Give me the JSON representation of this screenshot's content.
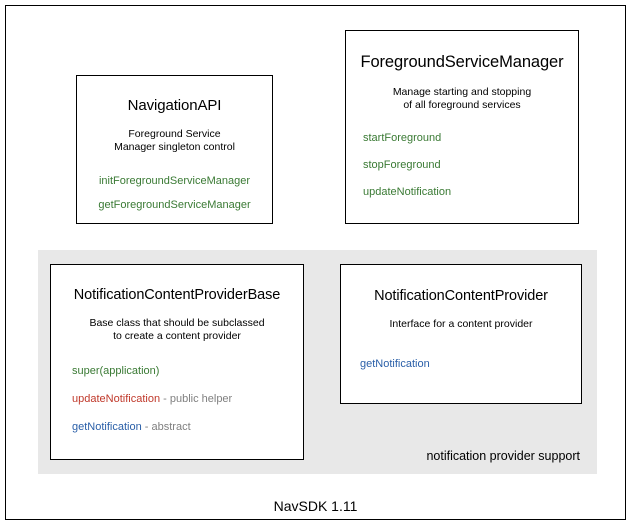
{
  "diagram": {
    "footer_version": "NavSDK 1.11",
    "colors": {
      "method_green": "#3a7a34",
      "method_red": "#c0392b",
      "method_blue": "#2a5fa8",
      "annotation_gray": "#808080",
      "group_background": "#e8e8e8",
      "border": "#000000"
    },
    "boxes": {
      "navigation_api": {
        "title": "NavigationAPI",
        "description_line1": "Foreground Service",
        "description_line2": "Manager singleton control",
        "members": [
          {
            "name": "initForegroundServiceManager",
            "note": ""
          },
          {
            "name": "getForegroundServiceManager",
            "note": ""
          }
        ]
      },
      "foreground_service_manager": {
        "title": "ForegroundServiceManager",
        "description_line1": "Manage starting and stopping",
        "description_line2": "of all foreground services",
        "members": [
          {
            "name": "startForeground",
            "note": ""
          },
          {
            "name": "stopForeground",
            "note": ""
          },
          {
            "name": "updateNotification",
            "note": ""
          }
        ]
      },
      "notification_content_provider_base": {
        "title": "NotificationContentProviderBase",
        "description_line1": "Base class that should be subclassed",
        "description_line2": "to create a content provider",
        "members": [
          {
            "name": "super(application)",
            "note": ""
          },
          {
            "name": "updateNotification",
            "note": " - public helper"
          },
          {
            "name": "getNotification",
            "note": " - abstract"
          }
        ]
      },
      "notification_content_provider": {
        "title": "NotificationContentProvider",
        "description_line1": "Interface for a content provider",
        "description_line2": "",
        "members": [
          {
            "name": "getNotification",
            "note": ""
          }
        ]
      }
    },
    "group": {
      "label": "notification provider support"
    }
  }
}
